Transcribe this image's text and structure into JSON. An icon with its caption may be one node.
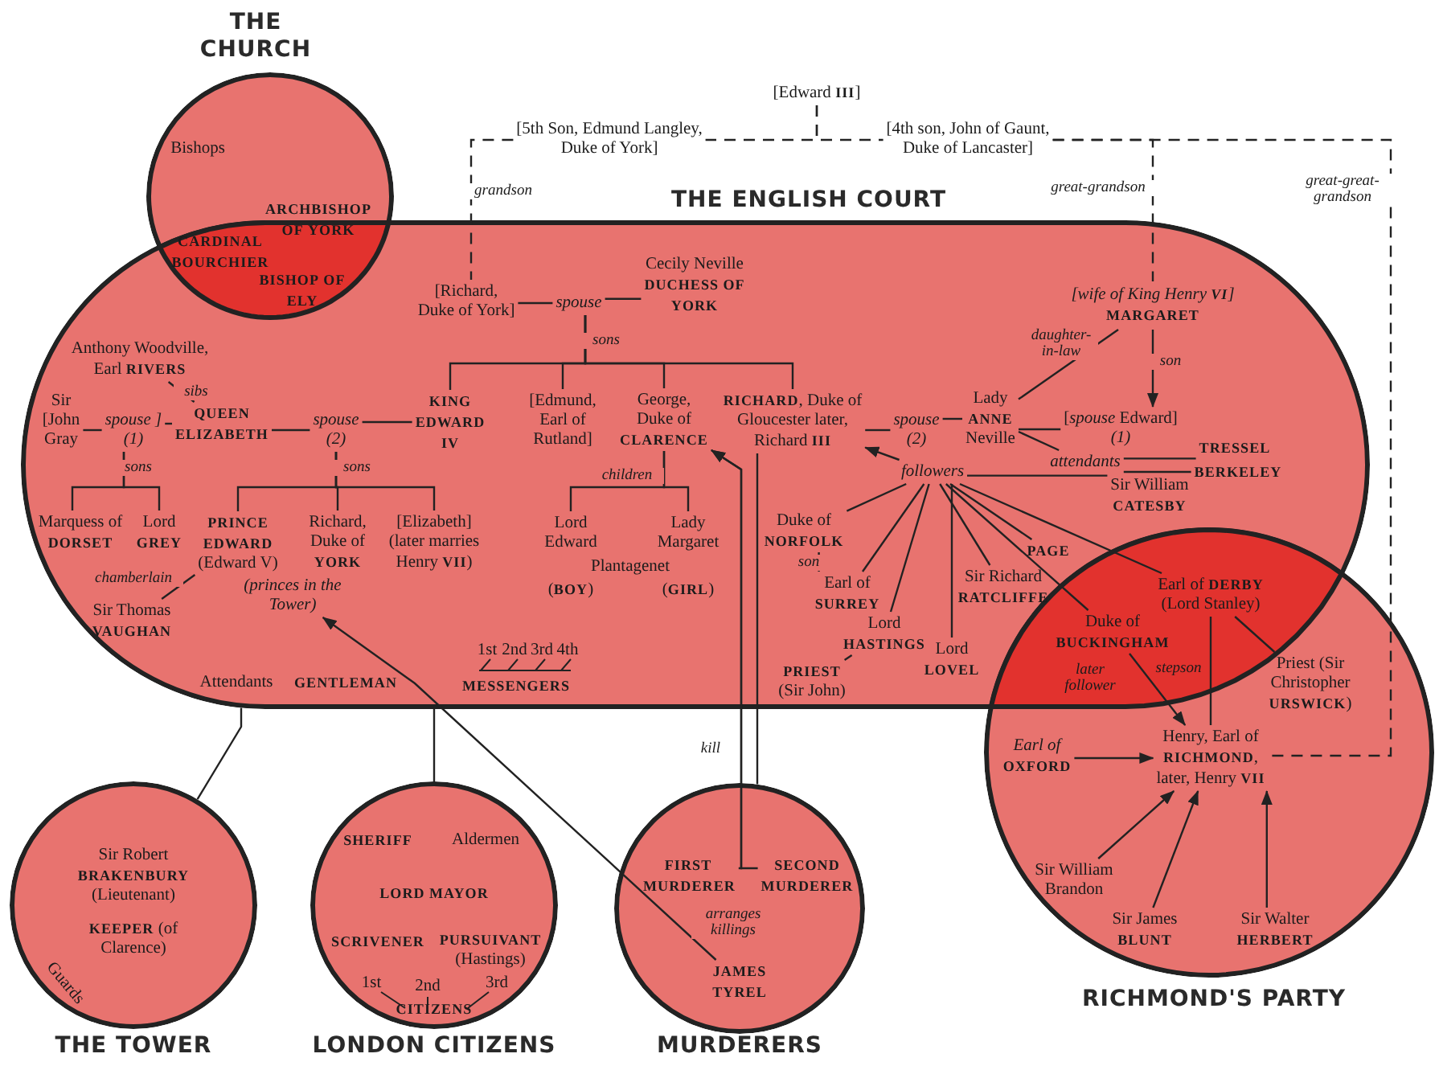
{
  "diagram": {
    "nodes": [
      {
        "text": [
          "THE CHURCH"
        ]
      },
      {
        "text": [
          "THE ENGLISH COURT"
        ]
      },
      {
        "text": [
          "THE TOWER"
        ]
      },
      {
        "text": [
          "LONDON CITIZENS"
        ]
      },
      {
        "text": [
          "MURDERERS"
        ]
      },
      {
        "text": [
          "RICHMOND'S PARTY"
        ]
      },
      {
        "text": [
          "[Edward III]"
        ]
      },
      {
        "text": [
          "[5th Son, Edmund Langley, Duke of York]"
        ]
      },
      {
        "text": [
          "[4th son, John of Gaunt, Duke of Lancaster]"
        ]
      },
      {
        "text": [
          "[Richard, Duke of York]"
        ],
        "in": 1
      },
      {
        "text": [
          "spouse"
        ],
        "in": 1
      },
      {
        "text": [
          "Cecily Neville DUCHESS OF YORK"
        ],
        "in": 1
      },
      {
        "text": [
          "Anthony Woodville, Earl RIVERS"
        ],
        "in": 1
      },
      {
        "text": [
          "Sir [John Gray"
        ],
        "in": 1
      },
      {
        "text": [
          "spouse ] (1)"
        ],
        "in": 1
      },
      {
        "text": [
          "QUEEN ELIZABETH"
        ],
        "in": 1
      },
      {
        "text": [
          "spouse (2)"
        ],
        "in": 1
      },
      {
        "text": [
          "KING EDWARD IV"
        ],
        "in": 1
      },
      {
        "text": [
          "[Edmund, Earl of Rutland]"
        ],
        "in": 1
      },
      {
        "text": [
          "George, Duke of CLARENCE"
        ],
        "in": 1
      },
      {
        "text": [
          "RICHARD, Duke of Gloucester later, Richard III"
        ],
        "in": 1
      },
      {
        "text": [
          "spouse (2)"
        ],
        "in": 1
      },
      {
        "text": [
          "Lady ANNE Neville"
        ],
        "in": 1
      },
      {
        "text": [
          "[*spouse* Edward]",
          "*(1)*"
        ],
        "in": 1
      },
      {
        "text": [
          "*[wife of King Henry VI]*",
          "MARGARET"
        ],
        "in": 1
      },
      {
        "text": [
          "attendants"
        ],
        "in": 1
      },
      {
        "text": [
          "TRESSEL"
        ],
        "in": 1
      },
      {
        "text": [
          "BERKELEY"
        ],
        "in": 1
      },
      {
        "text": [
          "Marquess of DORSET"
        ],
        "in": 1
      },
      {
        "text": [
          "Lord GREY"
        ],
        "in": 1
      },
      {
        "text": [
          "PRINCE EDWARD (Edward V)"
        ],
        "in": 1
      },
      {
        "text": [
          "Richard, Duke of YORK"
        ],
        "in": 1
      },
      {
        "text": [
          "[Elizabeth] (later marries Henry VII)"
        ],
        "in": 1
      },
      {
        "text": [
          "Sir Thomas VAUGHAN"
        ],
        "in": 1
      },
      {
        "text": [
          "(princes in the Tower)"
        ],
        "in": 1
      },
      {
        "text": [
          "Lord Edward"
        ],
        "in": 1
      },
      {
        "text": [
          "Lady Margaret"
        ],
        "in": 1
      },
      {
        "text": [
          "followers"
        ],
        "in": 1
      },
      {
        "text": [
          "Sir William CATESBY"
        ],
        "in": 1
      },
      {
        "text": [
          "Duke of NORFOLK"
        ],
        "in": 1
      },
      {
        "text": [
          "Earl of SURREY"
        ],
        "in": 1
      },
      {
        "text": [
          "Lord HASTINGS"
        ],
        "in": 1
      },
      {
        "text": [
          "PRIEST (Sir John)"
        ],
        "in": 1
      },
      {
        "text": [
          "Sir Richard RATCLIFFE"
        ],
        "in": 1
      },
      {
        "text": [
          "Lord LOVEL"
        ],
        "in": 1
      },
      {
        "text": [
          "PAGE"
        ],
        "in": 1
      },
      {
        "text": [
          "Duke of BUCKINGHAM"
        ]
      },
      {
        "text": [
          "Earl of DERBY (Lord Stanley)"
        ]
      },
      {
        "text": [
          "Priest (Sir Christopher URSWICK)"
        ],
        "in": 5
      },
      {
        "text": [
          "Henry, Earl of RICHMOND, later, Henry VII"
        ],
        "in": 5
      },
      {
        "text": [
          "*Earl of* OXFORD"
        ],
        "in": 5
      },
      {
        "text": [
          "Sir William Brandon"
        ],
        "in": 5
      },
      {
        "text": [
          "Sir James BLUNT"
        ],
        "in": 5
      },
      {
        "text": [
          "Sir Walter HERBERT"
        ],
        "in": 5
      },
      {
        "text": [
          "FIRST MURDERER"
        ],
        "in": 4
      },
      {
        "text": [
          "SECOND MURDERER"
        ],
        "in": 4
      },
      {
        "text": [
          "JAMES TYREL"
        ],
        "in": 4
      }
    ],
    "edges": [
      {
        "from": 6,
        "to": 7,
        "arrow": "none",
        "style": "dashed"
      },
      {
        "from": 6,
        "to": 8,
        "arrow": "none",
        "style": "dashed"
      },
      {
        "from": 7,
        "to": 9,
        "arrow": "none",
        "style": "dashed",
        "label": "grandson"
      },
      {
        "from": 8,
        "to": 24,
        "arrow": "none",
        "style": "dashed",
        "label": "great-grandson"
      },
      {
        "from": 8,
        "to": 49,
        "arrow": "none",
        "style": "dashed",
        "label": "great-great-grandson"
      },
      {
        "from": 9,
        "to": 10,
        "arrow": "none"
      },
      {
        "from": 10,
        "to": 11,
        "arrow": "none"
      },
      {
        "from": 10,
        "to": 17,
        "arrow": "none",
        "label": "sons"
      },
      {
        "from": 10,
        "to": 18,
        "arrow": "none"
      },
      {
        "from": 10,
        "to": 19,
        "arrow": "none"
      },
      {
        "from": 10,
        "to": 20,
        "arrow": "none"
      },
      {
        "from": 12,
        "to": 15,
        "arrow": "none",
        "label": "sibs"
      },
      {
        "from": 13,
        "to": 14,
        "arrow": "none"
      },
      {
        "from": 14,
        "to": 15,
        "arrow": "none"
      },
      {
        "from": 15,
        "to": 16,
        "arrow": "none"
      },
      {
        "from": 16,
        "to": 17,
        "arrow": "none"
      },
      {
        "from": 14,
        "to": 28,
        "arrow": "none",
        "label": "sons"
      },
      {
        "from": 14,
        "to": 29,
        "arrow": "none"
      },
      {
        "from": 16,
        "to": 30,
        "arrow": "none",
        "label": "sons"
      },
      {
        "from": 16,
        "to": 31,
        "arrow": "none"
      },
      {
        "from": 16,
        "to": 32,
        "arrow": "none"
      },
      {
        "from": 33,
        "to": 30,
        "arrow": "none",
        "label": "chamberlain"
      },
      {
        "from": 19,
        "to": 35,
        "arrow": "none",
        "label": "children"
      },
      {
        "from": 19,
        "to": 36,
        "arrow": "none"
      },
      {
        "from": 20,
        "to": 21,
        "arrow": "none"
      },
      {
        "from": 21,
        "to": 22,
        "arrow": "none"
      },
      {
        "from": 22,
        "to": 23,
        "arrow": "none"
      },
      {
        "from": 24,
        "to": 23,
        "arrow": "to",
        "label": "son"
      },
      {
        "from": 24,
        "to": 22,
        "arrow": "none",
        "label": "daughter-in-law"
      },
      {
        "from": 22,
        "to": 25,
        "arrow": "none"
      },
      {
        "from": 25,
        "to": 26,
        "arrow": "none"
      },
      {
        "from": 25,
        "to": 27,
        "arrow": "none"
      },
      {
        "from": 37,
        "to": 20,
        "arrow": "to"
      },
      {
        "from": 37,
        "to": 38,
        "arrow": "none"
      },
      {
        "from": 37,
        "to": 39,
        "arrow": "none"
      },
      {
        "from": 37,
        "to": 40,
        "arrow": "none"
      },
      {
        "from": 37,
        "to": 41,
        "arrow": "none"
      },
      {
        "from": 37,
        "to": 43,
        "arrow": "none"
      },
      {
        "from": 37,
        "to": 44,
        "arrow": "none"
      },
      {
        "from": 37,
        "to": 45,
        "arrow": "none"
      },
      {
        "from": 37,
        "to": 46,
        "arrow": "none"
      },
      {
        "from": 37,
        "to": 47,
        "arrow": "none"
      },
      {
        "from": 39,
        "to": 40,
        "arrow": "none",
        "label": "son"
      },
      {
        "from": 41,
        "to": 42,
        "arrow": "none"
      },
      {
        "from": 46,
        "to": 49,
        "arrow": "to",
        "label": "later follower"
      },
      {
        "from": 47,
        "to": 49,
        "arrow": "none",
        "label": "stepson"
      },
      {
        "from": 47,
        "to": 48,
        "arrow": "none"
      },
      {
        "from": 50,
        "to": 49,
        "arrow": "to"
      },
      {
        "from": 51,
        "to": 49,
        "arrow": "to"
      },
      {
        "from": 52,
        "to": 49,
        "arrow": "to"
      },
      {
        "from": 53,
        "to": 49,
        "arrow": "to"
      },
      {
        "from": 54,
        "to": 19,
        "arrow": "to",
        "label": "kill"
      },
      {
        "from": 55,
        "to": 19,
        "arrow": "to"
      },
      {
        "from": 20,
        "to": 4,
        "arrow": "none"
      },
      {
        "from": 56,
        "to": 34,
        "arrow": "to",
        "label": "arranges killings"
      },
      {
        "from": 1,
        "to": 2,
        "arrow": "none"
      },
      {
        "from": 1,
        "to": 3,
        "arrow": "none"
      }
    ],
    "labels": [
      "Bishops",
      "ARCHBISHOP OF YORK",
      "CARDINAL BOURCHIER",
      "BISHOP OF ELY",
      "Plantagenet",
      "(BOY)",
      "(GIRL)",
      "Attendants",
      "GENTLEMAN",
      "1st",
      "2nd",
      "3rd",
      "4th",
      "MESSENGERS",
      "Sir Robert BRAKENBURY (Lieutenant)",
      "KEEPER (of Clarence)",
      "Guards",
      "SHERIFF",
      "Aldermen",
      "LORD MAYOR",
      "SCRIVENER",
      "PURSUIVANT (Hastings)",
      "1st",
      "2nd",
      "3rd",
      "CITIZENS"
    ]
  }
}
